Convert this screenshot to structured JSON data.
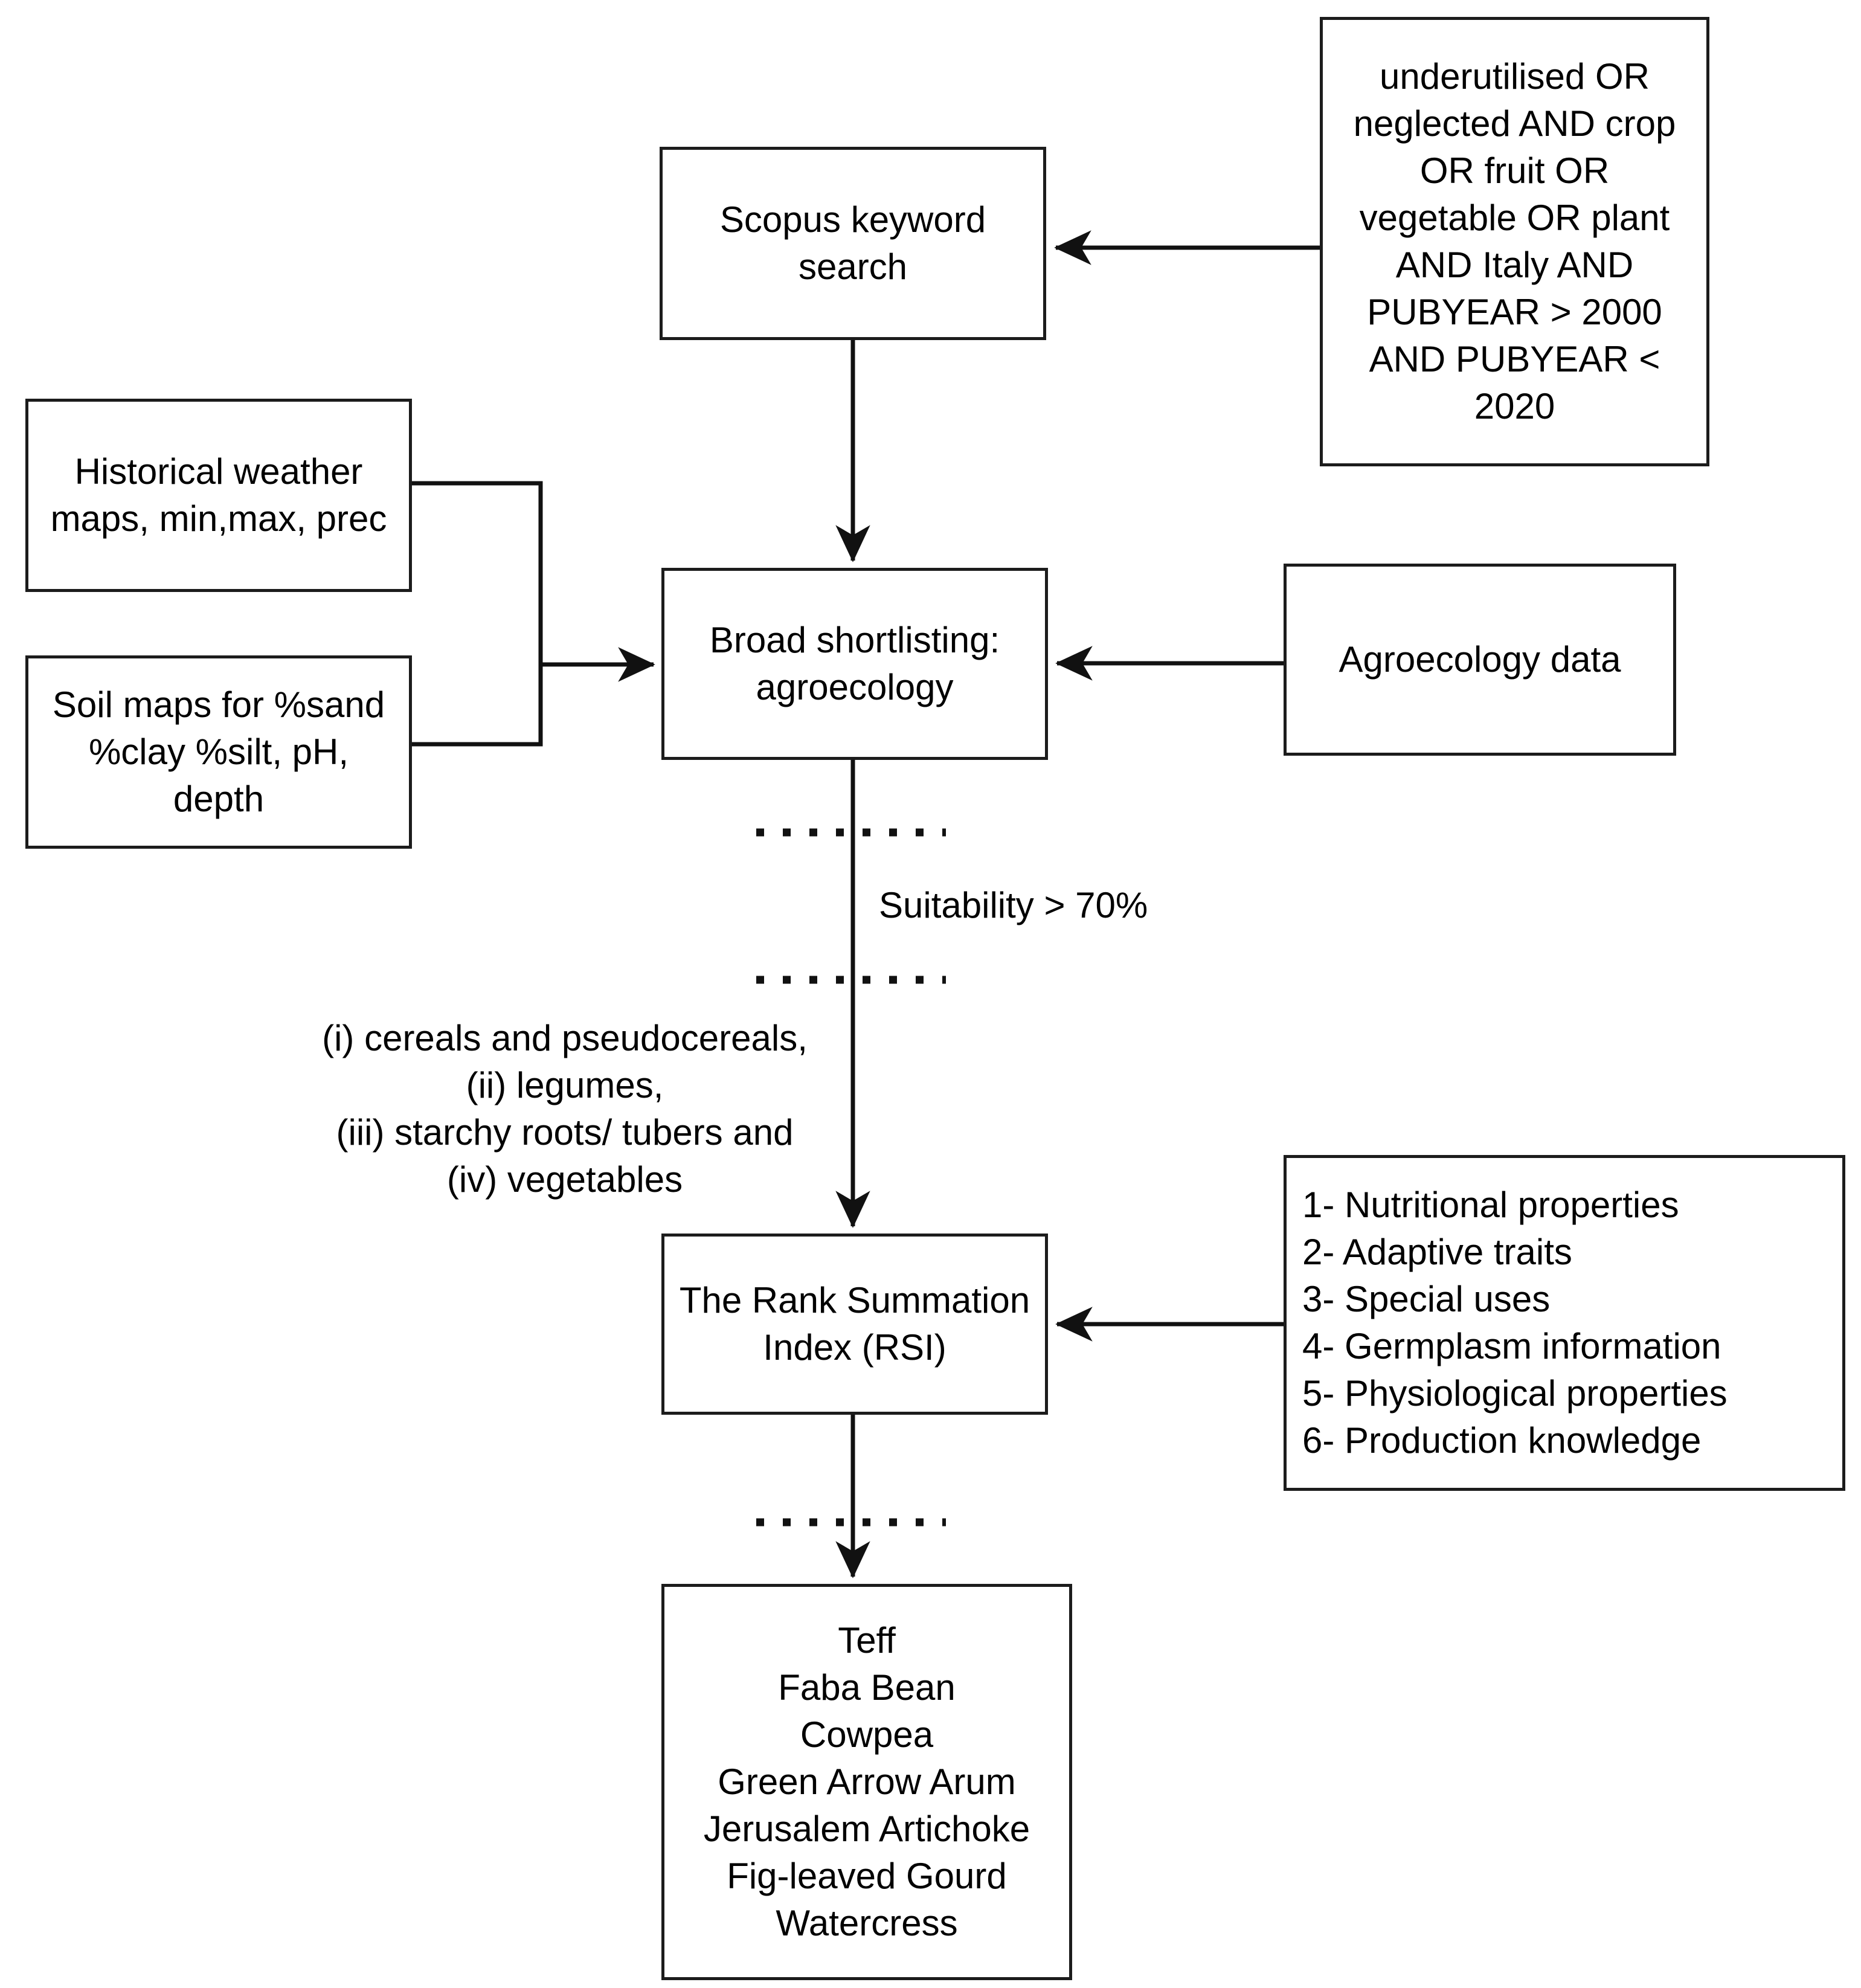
{
  "diagram": {
    "type": "flowchart",
    "title": "Crop shortlisting methodology flowchart",
    "accent_color": "#1c1c1c",
    "background_color": "#ffffff"
  },
  "nodes": {
    "search_query": {
      "name": "scopus-search-query",
      "text": "underutilised OR\nneglected AND crop\nOR fruit OR\nvegetable OR plant\nAND Italy AND\nPUBYEAR > 2000\nAND PUBYEAR <\n2020"
    },
    "scopus": {
      "name": "scopus-keyword-search",
      "text": "Scopus keyword\nsearch"
    },
    "weather": {
      "name": "historical-weather-maps",
      "text": "Historical weather\nmaps, min,max, prec"
    },
    "soil": {
      "name": "soil-maps",
      "text": "Soil maps for %sand\n%clay %silt, pH,\ndepth"
    },
    "shortlist": {
      "name": "broad-shortlisting",
      "text": "Broad shortlisting:\nagroecology"
    },
    "agroecology": {
      "name": "agroecology-data",
      "text": "Agroecology data"
    },
    "rsi": {
      "name": "rank-summation-index",
      "text": "The Rank Summation\nIndex (RSI)"
    },
    "criteria": {
      "name": "rsi-criteria-list",
      "items": [
        "1- Nutritional properties",
        "2- Adaptive traits",
        "3- Special uses",
        "4- Germplasm information",
        "5- Physiological properties",
        "6- Production knowledge"
      ],
      "text": "1- Nutritional properties\n2- Adaptive traits\n3- Special uses\n4- Germplasm information\n5- Physiological properties\n6- Production knowledge"
    },
    "crops": {
      "name": "selected-crops",
      "items": [
        "Teff",
        "Faba Bean",
        "Cowpea",
        "Green Arrow Arum",
        "Jerusalem Artichoke",
        "Fig-leaved Gourd",
        "Watercress"
      ],
      "text": "Teff\nFaba Bean\nCowpea\nGreen Arrow Arum\nJerusalem Artichoke\nFig-leaved Gourd\nWatercress"
    }
  },
  "labels": {
    "suitability": "Suitability > 70%",
    "categories": "(i) cereals and pseudocereals,\n(ii) legumes,\n(iii) starchy roots/ tubers and\n(iv) vegetables"
  },
  "edges": [
    {
      "from": "search_query",
      "to": "scopus",
      "style": "solid",
      "direction": "left"
    },
    {
      "from": "scopus",
      "to": "shortlist",
      "style": "solid",
      "direction": "down"
    },
    {
      "from": "weather",
      "to": "shortlist",
      "style": "solid",
      "direction": "right"
    },
    {
      "from": "soil",
      "to": "shortlist",
      "style": "solid",
      "direction": "right"
    },
    {
      "from": "agroecology",
      "to": "shortlist",
      "style": "solid",
      "direction": "left"
    },
    {
      "from": "shortlist",
      "to": "rsi",
      "style": "solid-with-dotted-separators",
      "direction": "down"
    },
    {
      "from": "criteria",
      "to": "rsi",
      "style": "solid",
      "direction": "left"
    },
    {
      "from": "rsi",
      "to": "crops",
      "style": "solid-with-dotted-separator",
      "direction": "down"
    }
  ]
}
